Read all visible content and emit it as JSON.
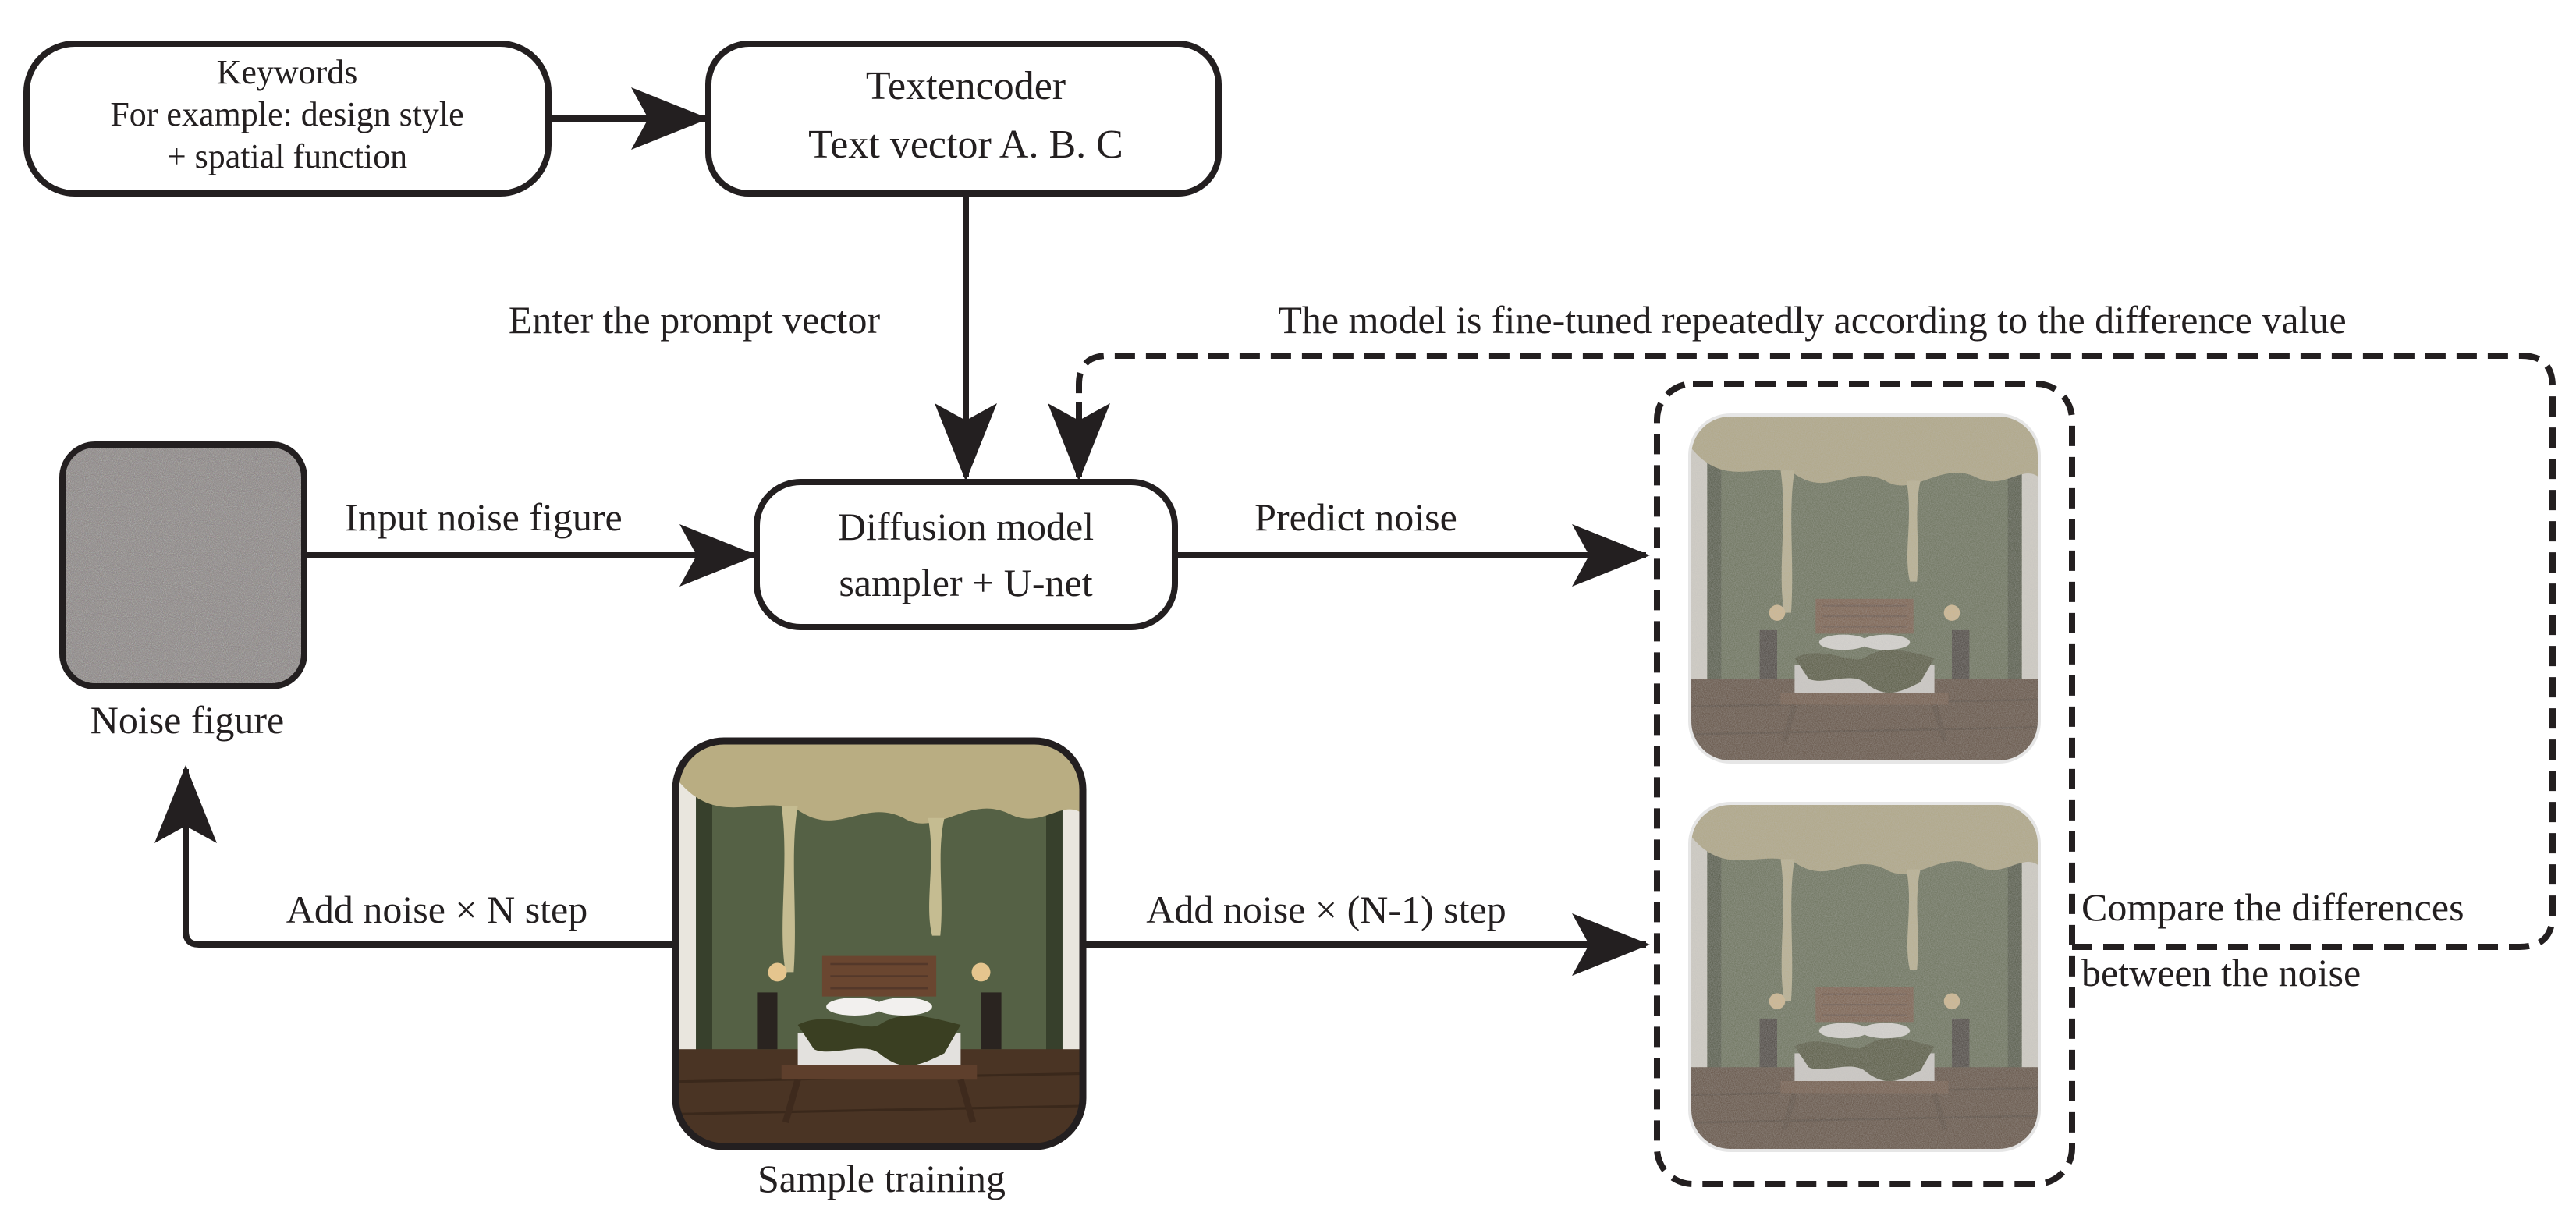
{
  "keywords_box": {
    "line1": "Keywords",
    "line2": "For example: design style",
    "line3": "+ spatial function"
  },
  "textencoder_box": {
    "line1": "Textencoder",
    "line2": "Text vector A. B. C"
  },
  "diffusion_box": {
    "line1": "Diffusion model",
    "line2": "sampler + U-net"
  },
  "labels": {
    "enter_prompt": "Enter the prompt vector",
    "fine_tuned": "The model is fine-tuned repeatedly according to the difference value",
    "input_noise": "Input noise figure",
    "predict_noise": "Predict noise",
    "noise_figure": "Noise figure",
    "add_noise_n": "Add noise × N step",
    "add_noise_n1": "Add noise × (N-1) step",
    "sample_training": "Sample training",
    "compare_line1": "Compare the differences",
    "compare_line2": "between the noise"
  },
  "colors": {
    "stroke": "#231f20",
    "noise_gray": "#857f7d",
    "wall_green": "#4e5a3f",
    "ceiling_gold": "#b9ad82",
    "floor_brown": "#4a3424",
    "bed_white": "#e3e1de",
    "blanket_green": "#3a3f22"
  }
}
